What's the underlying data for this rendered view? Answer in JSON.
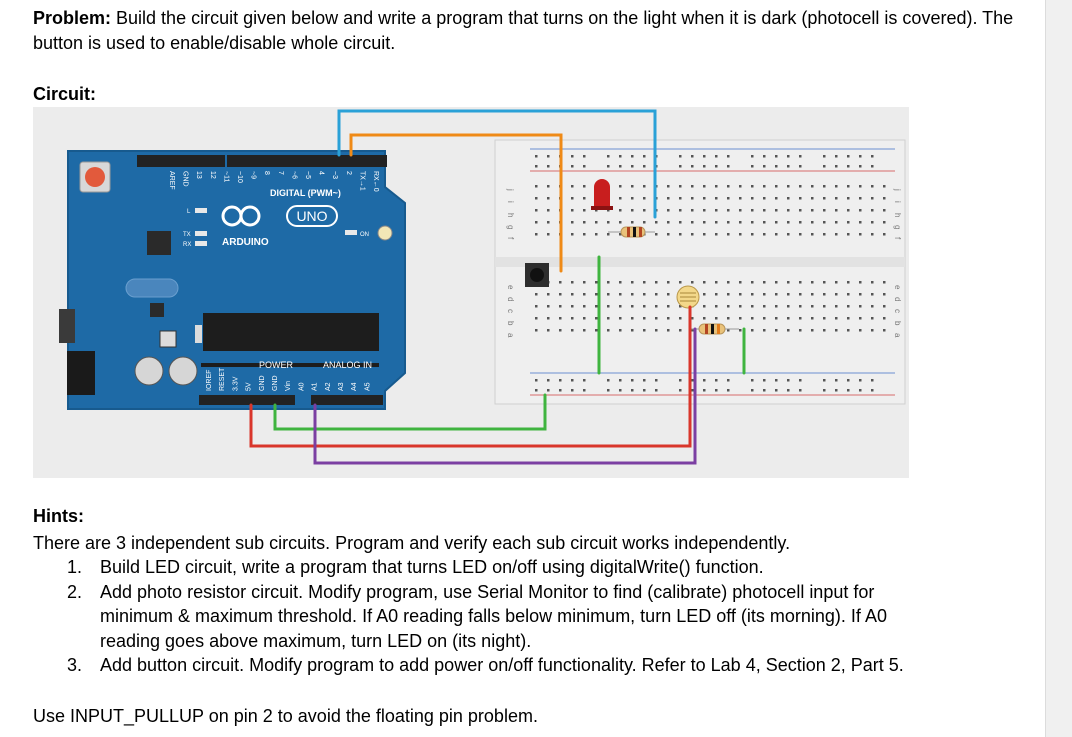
{
  "problem": {
    "label": "Problem:",
    "text": "Build the circuit given below and write a program that turns on the light when it is dark (photocell is covered). The button is used to enable/disable whole circuit."
  },
  "circuit_label": "Circuit:",
  "figure": {
    "board": {
      "brand": "ARDUINO",
      "model": "UNO",
      "digital_header": "DIGITAL (PWM~)",
      "power_header": "POWER",
      "analog_header": "ANALOG IN",
      "on_label": "ON",
      "led_l": "L",
      "led_tx": "TX",
      "led_rx": "RX",
      "top_pins": [
        "AREF",
        "GND",
        "13",
        "12",
        "~11",
        "~10",
        "~9",
        "8",
        "7",
        "~6",
        "~5",
        "4",
        "~3",
        "2",
        "TX→1",
        "RX←0"
      ],
      "bottom_pins": [
        "IOREF",
        "RESET",
        "3.3V",
        "5V",
        "GND",
        "GND",
        "Vin",
        "A0",
        "A1",
        "A2",
        "A3",
        "A4",
        "A5"
      ],
      "colors": {
        "board": "#1e6aa6",
        "board_dark": "#175a8e"
      }
    },
    "breadboard": {
      "row_letters_bottom": [
        "a",
        "b",
        "c",
        "d",
        "e"
      ],
      "row_letters_top": [
        "f",
        "g",
        "h",
        "i",
        "j"
      ],
      "columns": 30
    },
    "wire_colors": {
      "blue": "#2aa1d7",
      "orange": "#ef8a16",
      "green": "#3fb43f",
      "red": "#d9362b",
      "purple": "#7b3fa2"
    }
  },
  "hints": {
    "title": "Hints:",
    "intro": "There are 3 independent sub circuits. Program and verify each sub circuit works independently.",
    "items": [
      {
        "num": "1.",
        "text": "Build LED circuit, write a program that turns LED on/off using digitalWrite() function."
      },
      {
        "num": "2.",
        "text": "Add photo resistor circuit. Modify program, use Serial Monitor to find (calibrate) photocell input for minimum & maximum threshold. If A0 reading falls below minimum, turn LED off (its morning). If A0 reading goes above maximum, turn LED on (its night)."
      },
      {
        "num": "3.",
        "text": "Add button circuit. Modify program to add power on/off functionality. Refer to Lab 4, Section 2, Part 5."
      }
    ],
    "footer": "Use INPUT_PULLUP on pin 2 to avoid the floating pin problem."
  }
}
